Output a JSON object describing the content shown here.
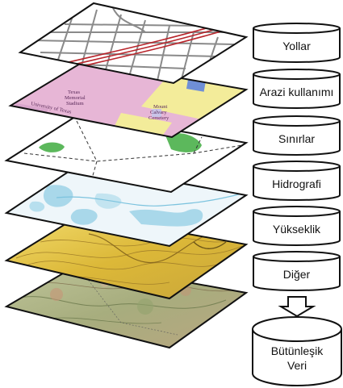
{
  "layers": [
    {
      "id": "roads",
      "label": "Yollar"
    },
    {
      "id": "landuse",
      "label": "Arazi kullanımı"
    },
    {
      "id": "boundaries",
      "label": "Sınırlar"
    },
    {
      "id": "hydro",
      "label": "Hidrografi"
    },
    {
      "id": "elevation",
      "label": "Yükseklik"
    },
    {
      "id": "other",
      "label": "Diğer"
    }
  ],
  "landuse_map_labels": {
    "stadium_1": "Texas",
    "stadium_2": "Memorial",
    "stadium_3": "Stadium",
    "university": "University of Texas",
    "cemetery_1": "Mount",
    "cemetery_2": "Calvary",
    "cemetery_3": "Cemetery"
  },
  "result": {
    "line1": "Bütünleşik",
    "line2": "Veri"
  },
  "colors": {
    "outline": "#111111",
    "road_highway": "#b8252b",
    "road": "#8a8a8a",
    "landuse_pink": "#e7b6d6",
    "landuse_yellow": "#f3ec9a",
    "boundary_green": "#5cb85c",
    "water": "#a9d8ea",
    "elevation_yellow": "#e3c64a",
    "terrain": "#a9b689"
  }
}
